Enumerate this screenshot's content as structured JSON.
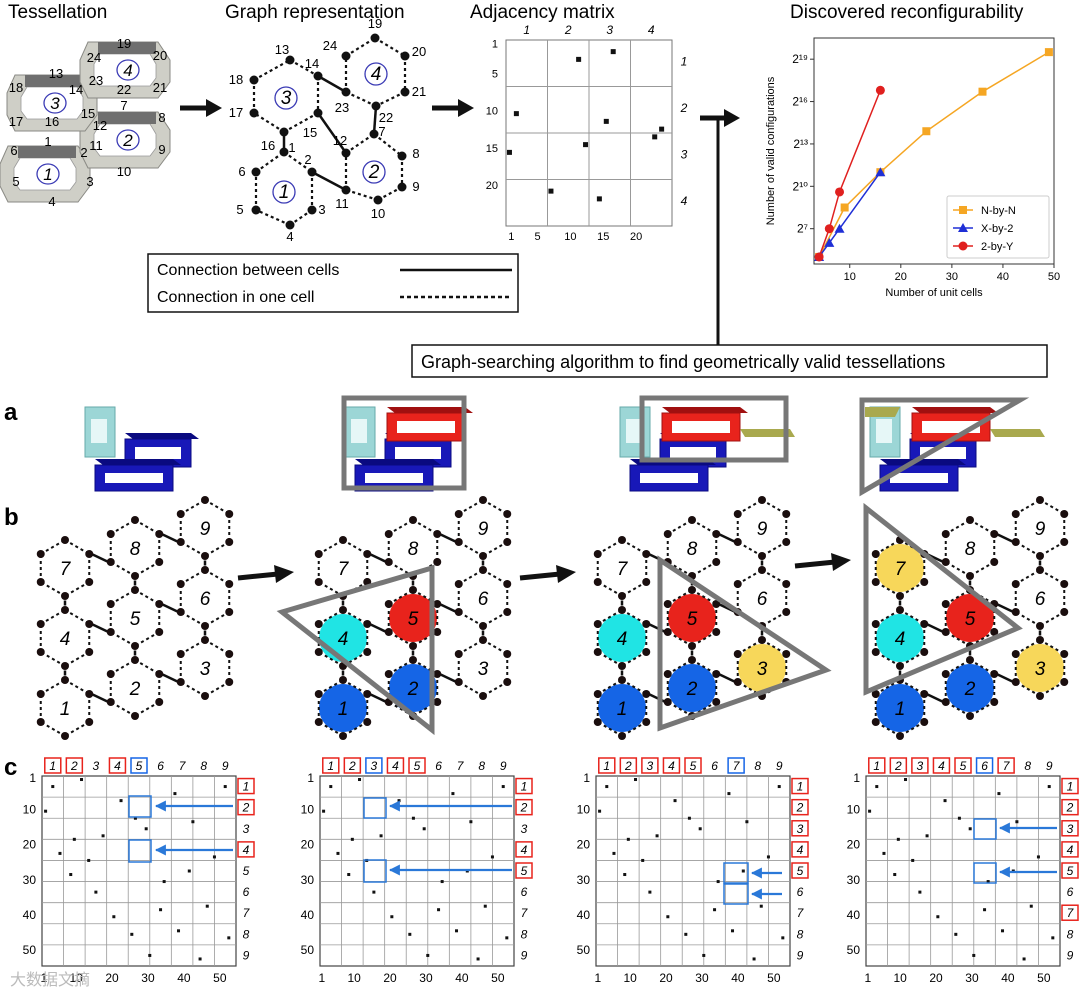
{
  "titles": {
    "tessellation": "Tessellation",
    "graph": "Graph representation",
    "adjacency": "Adjacency matrix",
    "reconfig": "Discovered reconfigurability"
  },
  "panel_labels": {
    "a": "a",
    "b": "b",
    "c": "c"
  },
  "legend": {
    "between": "Connection between cells",
    "within": "Connection in one cell"
  },
  "algorithm_box": "Graph-searching algorithm to find geometrically valid tessellations",
  "tessellation": {
    "cells": [
      "1",
      "2",
      "3",
      "4"
    ],
    "edges": [
      "1",
      "2",
      "3",
      "4",
      "5",
      "6",
      "7",
      "8",
      "9",
      "10",
      "11",
      "12",
      "13",
      "14",
      "15",
      "16",
      "17",
      "18",
      "19",
      "20",
      "21",
      "22",
      "23",
      "24"
    ]
  },
  "graph": {
    "cells": [
      "1",
      "2",
      "3",
      "4"
    ],
    "nodes": [
      "1",
      "2",
      "3",
      "4",
      "5",
      "6",
      "7",
      "8",
      "9",
      "10",
      "11",
      "12",
      "13",
      "14",
      "15",
      "16",
      "17",
      "18",
      "19",
      "20",
      "21",
      "22",
      "23",
      "24"
    ]
  },
  "adjacency": {
    "col_labels": [
      "1",
      "2",
      "3",
      "4"
    ],
    "row_labels": [
      "1",
      "2",
      "3",
      "4"
    ],
    "x_ticks": [
      "1",
      "5",
      "10",
      "15",
      "20"
    ],
    "y_ticks": [
      "1",
      "5",
      "10",
      "15",
      "20"
    ]
  },
  "chart_data": {
    "type": "line",
    "xlabel": "Number of unit cells",
    "ylabel": "Number of valid configurations",
    "x_ticks": [
      "10",
      "20",
      "30",
      "40",
      "50"
    ],
    "y_ticks": [
      "2⁷",
      "2¹⁰",
      "2¹³",
      "2¹⁶",
      "2¹⁹"
    ],
    "xlim": [
      3,
      50
    ],
    "ylim_log2": [
      4.5,
      20.5
    ],
    "legend_position": "bottom-right",
    "series": [
      {
        "name": "N-by-N",
        "color": "#f5a623",
        "marker": "square",
        "x": [
          4,
          9,
          16,
          25,
          36,
          49
        ],
        "log2_y": [
          5,
          8.5,
          11,
          13.9,
          16.7,
          19.5
        ]
      },
      {
        "name": "X-by-2",
        "color": "#1f2fd6",
        "marker": "triangle",
        "x": [
          4,
          6,
          8,
          16
        ],
        "log2_y": [
          5,
          6,
          7,
          11
        ]
      },
      {
        "name": "2-by-Y",
        "color": "#e0201f",
        "marker": "circle",
        "x": [
          4,
          6,
          8,
          16
        ],
        "log2_y": [
          5,
          7,
          9.6,
          16.8
        ]
      }
    ]
  },
  "panel_b": {
    "cells": [
      "1",
      "2",
      "3",
      "4",
      "5",
      "6",
      "7",
      "8",
      "9"
    ]
  },
  "panel_c": {
    "x_ticks": [
      "1",
      "10",
      "20",
      "30",
      "40",
      "50"
    ],
    "y_ticks": [
      "1",
      "10",
      "20",
      "30",
      "40",
      "50"
    ],
    "matrices": [
      {
        "col_boxes": {
          "1": "red",
          "2": "red",
          "4": "red",
          "5": "blue"
        },
        "row_boxes": {
          "1": "red",
          "2": "red",
          "4": "red"
        }
      },
      {
        "col_boxes": {
          "1": "red",
          "2": "red",
          "3": "blue",
          "4": "red",
          "5": "red"
        },
        "row_boxes": {
          "1": "red",
          "2": "red",
          "4": "red",
          "5": "red"
        }
      },
      {
        "col_boxes": {
          "1": "red",
          "2": "red",
          "3": "red",
          "4": "red",
          "5": "red",
          "7": "blue"
        },
        "row_boxes": {
          "1": "red",
          "2": "red",
          "3": "red",
          "4": "red",
          "5": "red"
        }
      },
      {
        "col_boxes": {
          "1": "red",
          "2": "red",
          "3": "red",
          "4": "red",
          "5": "red",
          "6": "blue",
          "7": "red"
        },
        "row_boxes": {
          "1": "red",
          "2": "red",
          "3": "red",
          "4": "red",
          "5": "red",
          "7": "red"
        }
      }
    ],
    "labels": [
      "1",
      "2",
      "3",
      "4",
      "5",
      "6",
      "7",
      "8",
      "9"
    ]
  },
  "watermark": "大数据文摘",
  "colors": {
    "red": "#e8231c",
    "blue": "#1565e6",
    "cyan": "#20e4e4",
    "yellow": "#f7d75a",
    "arrow_blue": "#2a78d8"
  }
}
